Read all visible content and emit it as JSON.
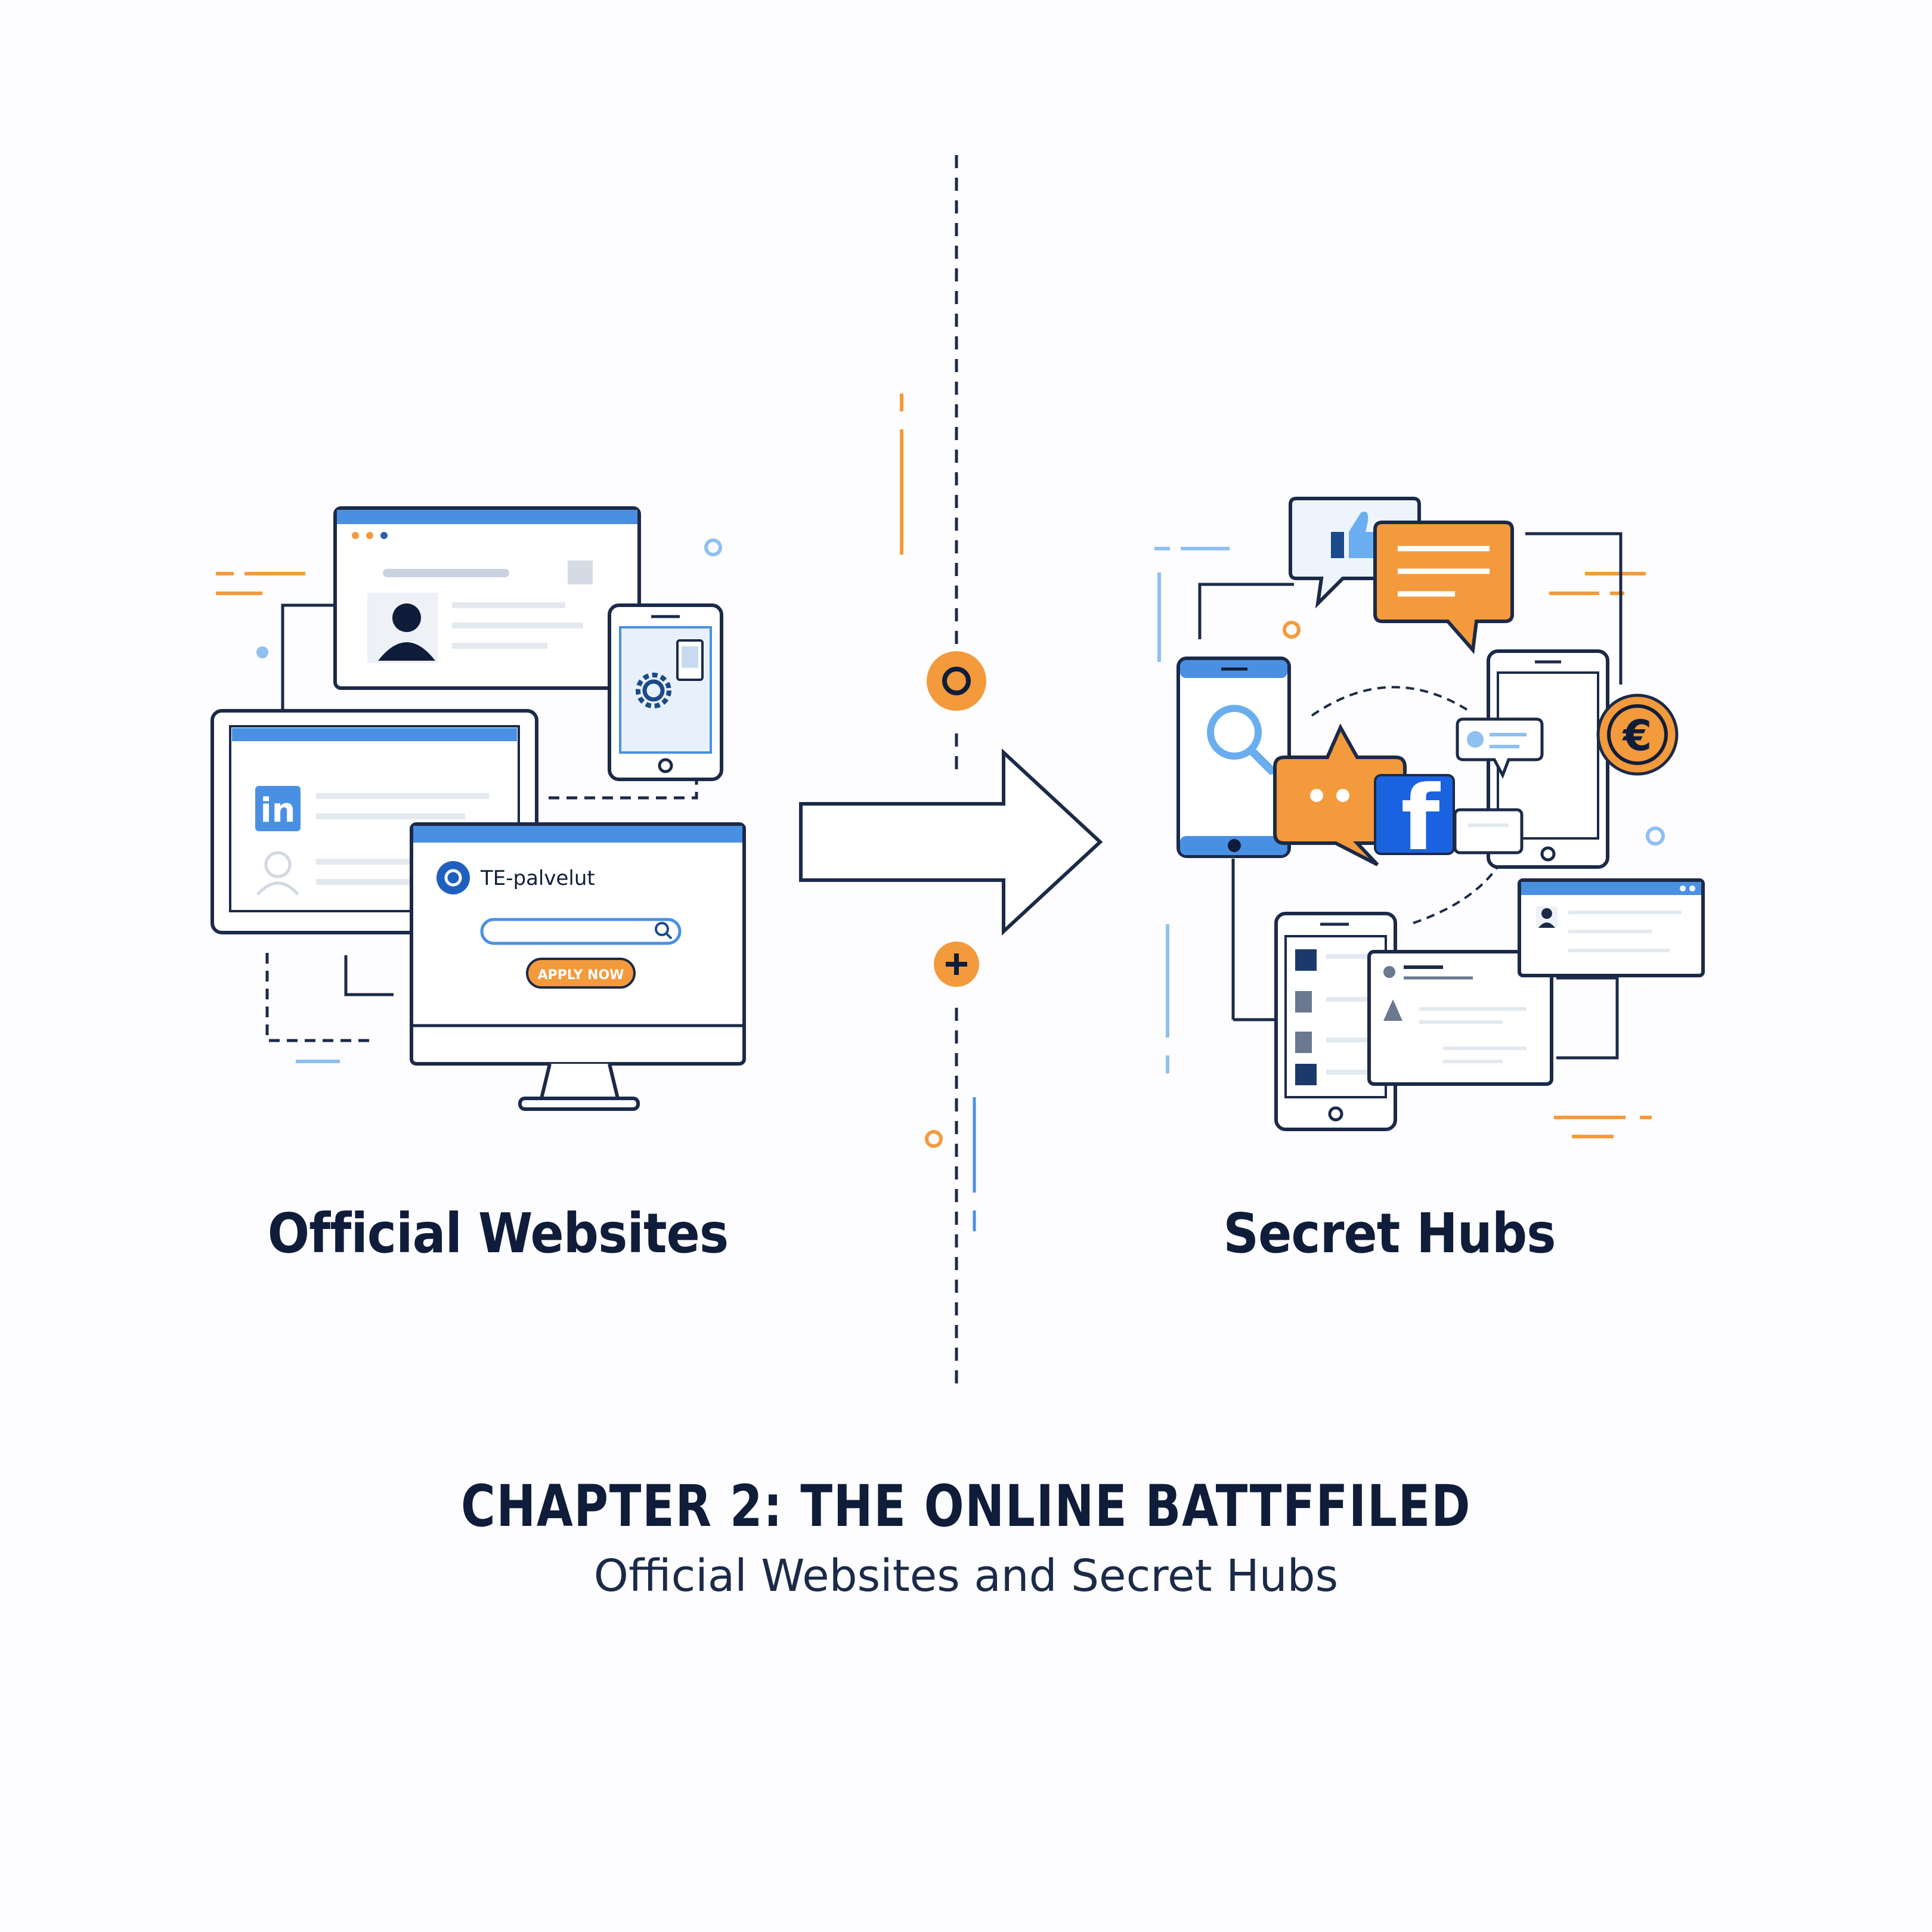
{
  "panels": {
    "left": {
      "label": "Official Websites",
      "browser_site_name": "TE-palvelut",
      "apply_button": "APPLY NOW",
      "linkedin_mark": "in"
    },
    "right": {
      "label": "Secret Hubs",
      "facebook_mark": "f",
      "currency_symbol": "€"
    }
  },
  "footer": {
    "title": "CHAPTER 2: THE ONLINE BATTFFILED",
    "subtitle": "Official Websites and Secret Hubs"
  },
  "colors": {
    "navy": "#0f1d3a",
    "blue": "#4a90e2",
    "orange": "#f39a3c",
    "background": "#fdfcfe"
  },
  "icons": [
    "user-icon",
    "gear-icon",
    "linkedin-icon",
    "search-icon",
    "thumbs-up-icon",
    "chat-icon",
    "facebook-icon",
    "euro-icon",
    "plus-icon",
    "arrow-right-icon"
  ]
}
